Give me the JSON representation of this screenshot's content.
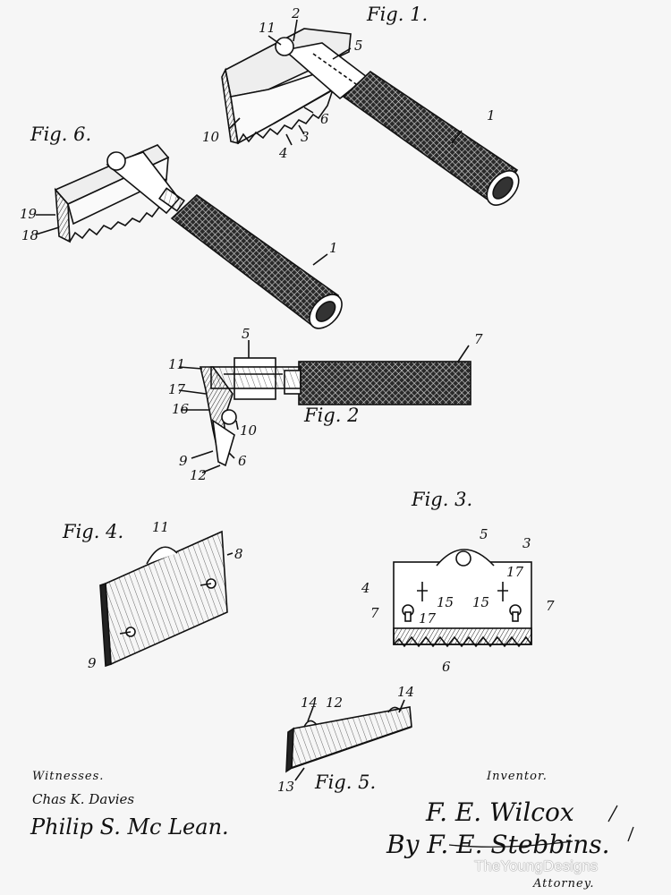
{
  "figures": {
    "fig1": "Fig. 1.",
    "fig2": "Fig. 2",
    "fig3": "Fig. 3.",
    "fig4": "Fig. 4.",
    "fig5": "Fig. 5.",
    "fig6": "Fig. 6."
  },
  "refs": {
    "f1": [
      "11",
      "2",
      "5",
      "1",
      "6",
      "10",
      "3",
      "4"
    ],
    "f6": [
      "19",
      "18",
      "1"
    ],
    "f2": [
      "5",
      "7",
      "11",
      "17",
      "16",
      "10",
      "9",
      "12",
      "6"
    ],
    "f4": [
      "11",
      "8",
      "9"
    ],
    "f3": [
      "5",
      "3",
      "17",
      "4",
      "15",
      "15",
      "7",
      "17",
      "7",
      "6"
    ],
    "f5": [
      "14",
      "12",
      "14",
      "13"
    ]
  },
  "witnesses": {
    "heading": "Witnesses.",
    "names": [
      "Chas K. Davies",
      "Philip S. Mc Lean."
    ]
  },
  "inventor": {
    "heading": "Inventor.",
    "name": "F. E. Wilcox",
    "by": "By F. E. Stebbins.",
    "attorney": "Attorney."
  },
  "watermark": "TheYoungDesigns"
}
